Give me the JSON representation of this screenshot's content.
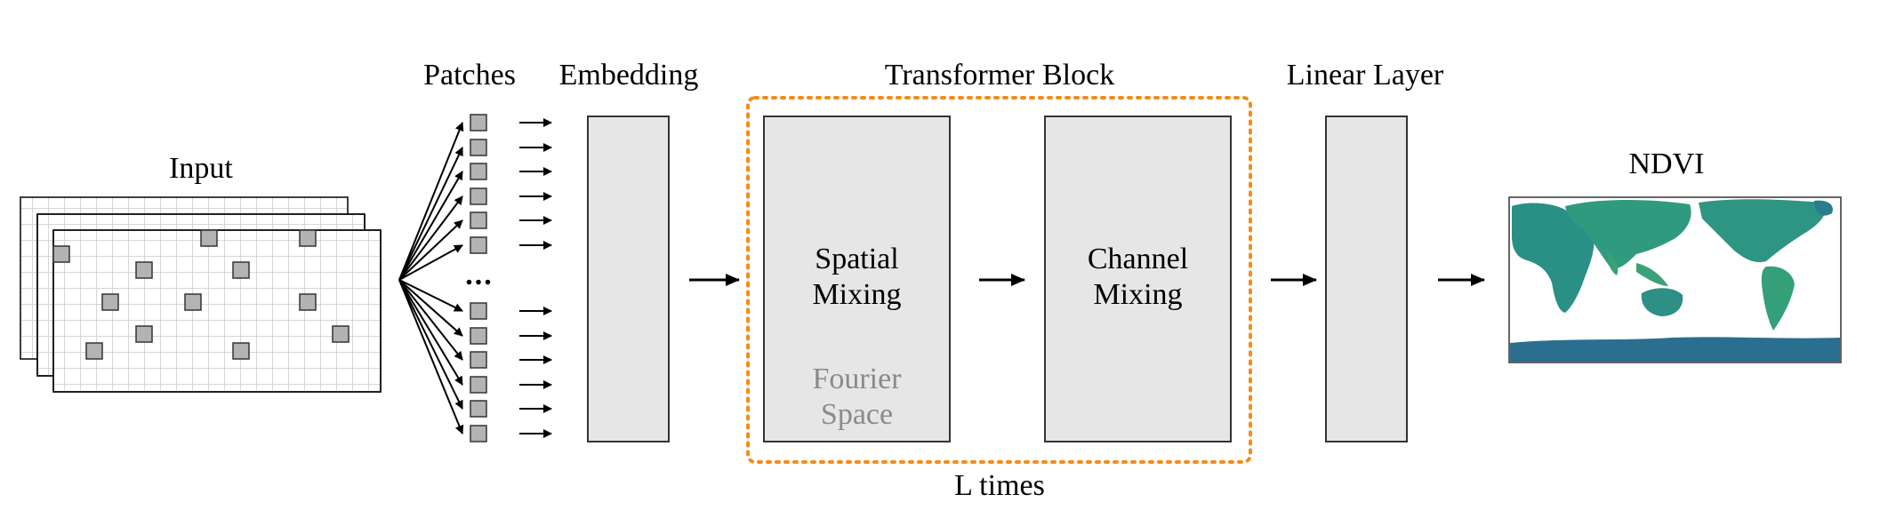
{
  "labels": {
    "input": "Input",
    "patches": "Patches",
    "embedding": "Embedding",
    "transformer_block": "Transformer Block",
    "linear_layer": "Linear Layer",
    "ndvi": "NDVI",
    "l_times": "L times",
    "ellipsis": "..."
  },
  "spatial_mixing": {
    "line1": "Spatial",
    "line2": "Mixing",
    "sub1": "Fourier",
    "sub2": "Space"
  },
  "channel_mixing": {
    "line1": "Channel",
    "line2": "Mixing"
  },
  "colors": {
    "box_fill": "#e6e6e6",
    "patch_fill": "#b3b3b3",
    "dotted_border": "#f28c1a",
    "grid_line": "#c8c8c8",
    "subtitle_gray": "#8a8a8a",
    "ocean": "#ffffff",
    "land": "#2a8f84",
    "antarctica": "#2a6f8f"
  },
  "icons": {
    "map": "world-ndvi-map-icon"
  }
}
